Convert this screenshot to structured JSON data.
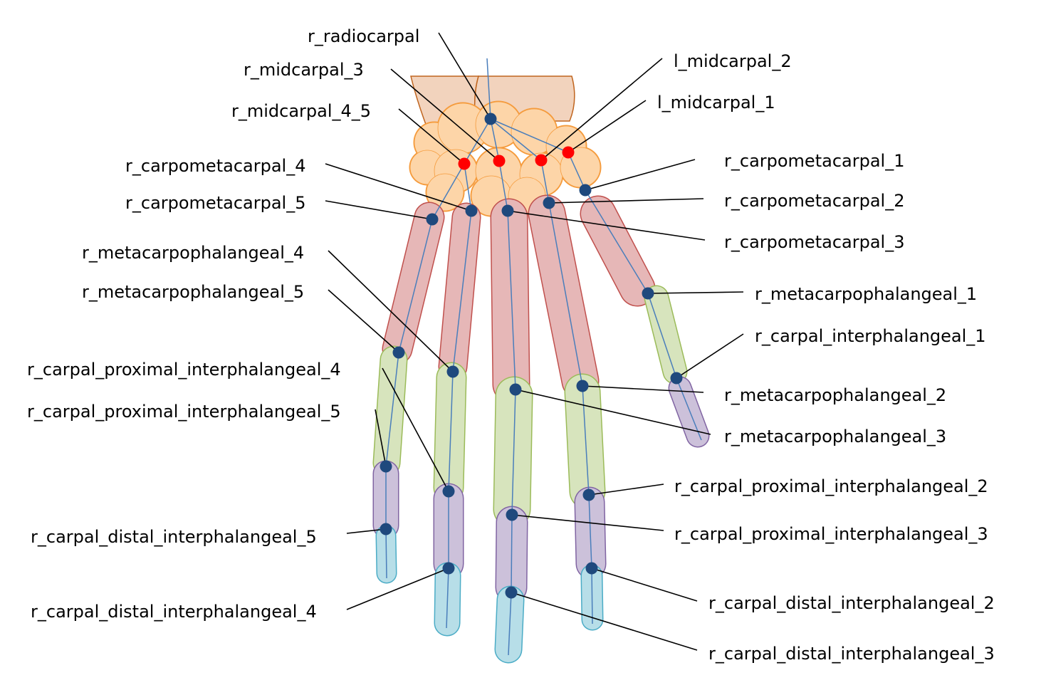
{
  "title": "Right hand joint keypoints",
  "colors": {
    "forearm_fill": "#f2d3bd",
    "forearm_stroke": "#c0651f",
    "carpal_fill": "#fdd5a8",
    "carpal_stroke": "#f59b3c",
    "metacarpal_fill": "#e6b7b7",
    "metacarpal_stroke": "#c0504d",
    "proximal_fill": "#d7e4bd",
    "proximal_stroke": "#9bbb59",
    "middle_fill": "#ccc1da",
    "middle_stroke": "#8064a2",
    "distal_fill": "#b7dee8",
    "distal_stroke": "#4bacc6",
    "skeleton_line": "#4a7ebb",
    "joint": "#1f497d",
    "joint_highlight": "#ff0000"
  },
  "labels": {
    "radiocarpal": "r_radiocarpal",
    "midcarpal_3": "r_midcarpal_3",
    "midcarpal_4_5": "r_midcarpal_4_5",
    "l_midcarpal_2": "l_midcarpal_2",
    "l_midcarpal_1": "l_midcarpal_1",
    "cmc_1": "r_carpometacarpal_1",
    "cmc_2": "r_carpometacarpal_2",
    "cmc_3": "r_carpometacarpal_3",
    "cmc_4": "r_carpometacarpal_4",
    "cmc_5": "r_carpometacarpal_5",
    "mcp_1": "r_metacarpophalangeal_1",
    "ip_1": "r_carpal_interphalangeal_1",
    "mcp_2": "r_metacarpophalangeal_2",
    "mcp_3": "r_metacarpophalangeal_3",
    "mcp_4": "r_metacarpophalangeal_4",
    "mcp_5": "r_metacarpophalangeal_5",
    "pip_2": "r_carpal_proximal_interphalangeal_2",
    "pip_3": "r_carpal_proximal_interphalangeal_3",
    "pip_4": "r_carpal_proximal_interphalangeal_4",
    "pip_5": "r_carpal_proximal_interphalangeal_5",
    "dip_2": "r_carpal_distal_interphalangeal_2",
    "dip_3": "r_carpal_distal_interphalangeal_3",
    "dip_4": "r_carpal_distal_interphalangeal_4",
    "dip_5": "r_carpal_distal_interphalangeal_5"
  }
}
